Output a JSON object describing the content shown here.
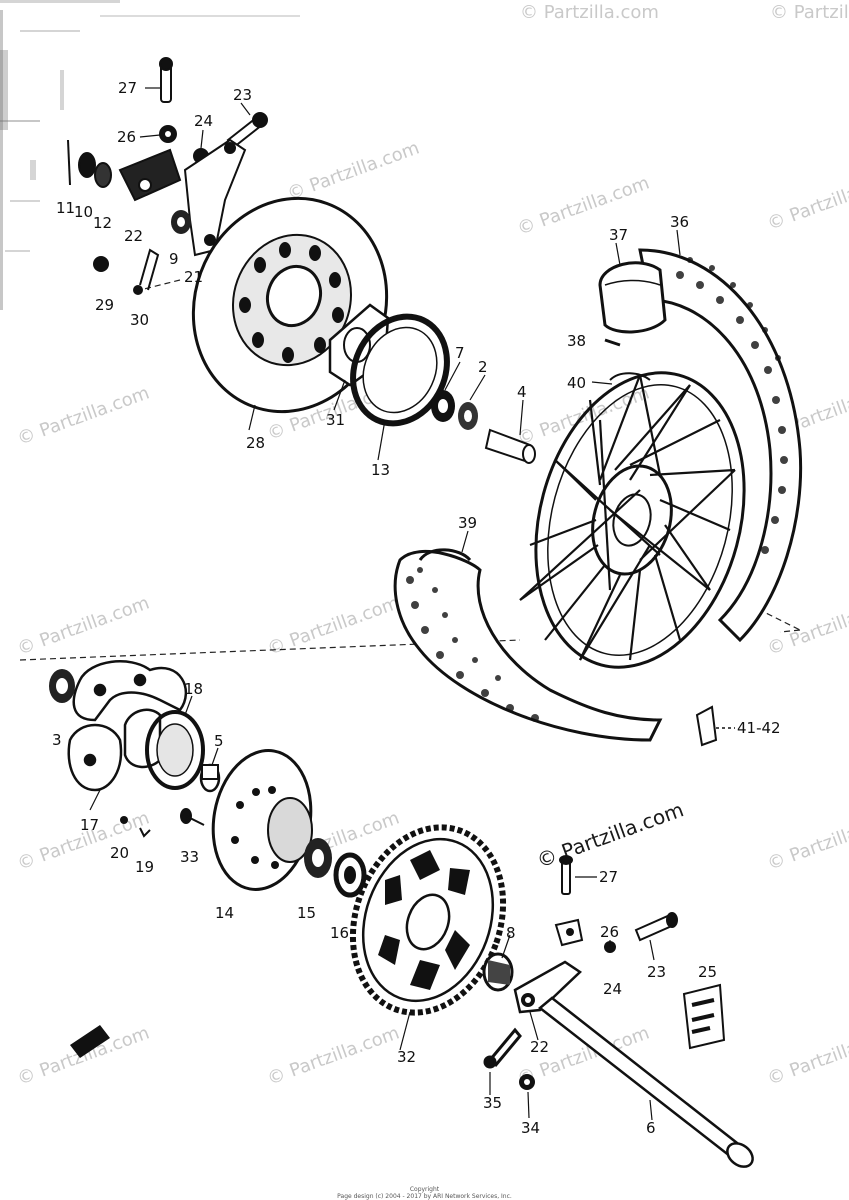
{
  "watermark": "© Partzilla.com",
  "callouts": {
    "p27a": "27",
    "p23a": "23",
    "p26a": "26",
    "p24a": "24",
    "p11": "11",
    "p10": "10",
    "p12": "12",
    "p22a": "22",
    "p9": "9",
    "p21": "21",
    "p29": "29",
    "p30": "30",
    "p28": "28",
    "p31": "31",
    "p13": "13",
    "p7": "7",
    "p2": "2",
    "p4": "4",
    "p37": "37",
    "p36": "36",
    "p38": "38",
    "p40": "40",
    "p39": "39",
    "p4142": "41-42",
    "p3": "3",
    "p18": "18",
    "p5": "5",
    "p17": "17",
    "p20": "20",
    "p19": "19",
    "p33": "33",
    "p14": "14",
    "p15": "15",
    "p16": "16",
    "p32": "32",
    "p8": "8",
    "p27b": "27",
    "p26b": "26",
    "p23b": "23",
    "p24b": "24",
    "p25": "25",
    "p22b": "22",
    "p35": "35",
    "p34": "34",
    "p6": "6"
  },
  "footer": {
    "line1": "Copyright",
    "line2": "Page design (c) 2004 - 2017 by ARI Network Services, Inc."
  }
}
